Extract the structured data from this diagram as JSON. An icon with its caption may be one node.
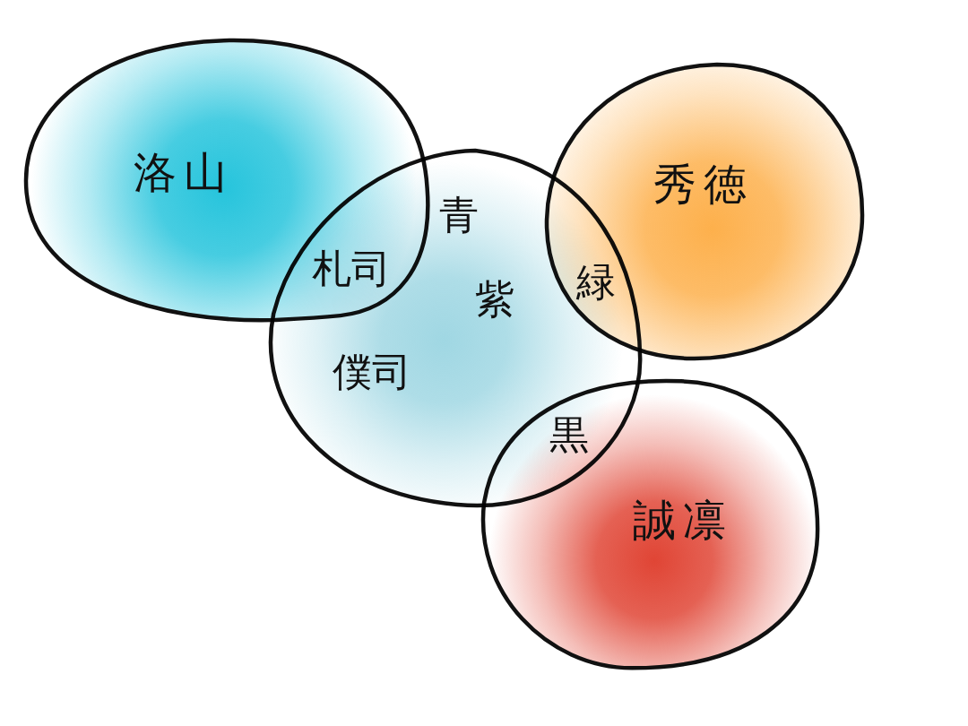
{
  "diagram": {
    "nodes": [
      {
        "text": [
          "洛山"
        ]
      },
      {
        "text": [
          "青",
          "紫",
          "僕司"
        ]
      },
      {
        "text": [
          "秀徳"
        ]
      },
      {
        "text": [
          "誠凛"
        ]
      }
    ],
    "labels": [
      "札司",
      "緑",
      "黒"
    ]
  }
}
